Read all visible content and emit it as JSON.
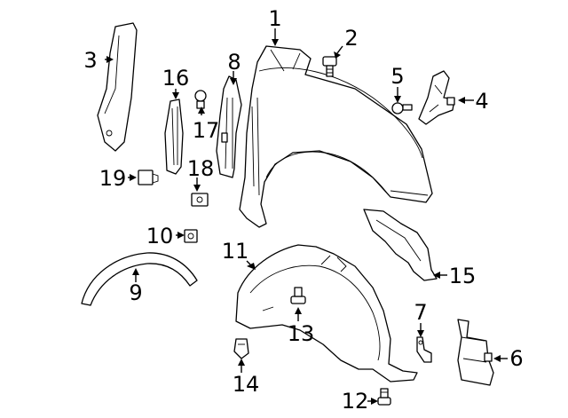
{
  "callouts": [
    {
      "id": "1",
      "text": "1"
    },
    {
      "id": "2",
      "text": "2"
    },
    {
      "id": "3",
      "text": "3"
    },
    {
      "id": "4",
      "text": "4"
    },
    {
      "id": "5",
      "text": "5"
    },
    {
      "id": "6",
      "text": "6"
    },
    {
      "id": "7",
      "text": "7"
    },
    {
      "id": "8",
      "text": "8"
    },
    {
      "id": "9",
      "text": "9"
    },
    {
      "id": "10",
      "text": "10"
    },
    {
      "id": "11",
      "text": "11"
    },
    {
      "id": "12",
      "text": "12"
    },
    {
      "id": "13",
      "text": "13"
    },
    {
      "id": "14",
      "text": "14"
    },
    {
      "id": "15",
      "text": "15"
    },
    {
      "id": "16",
      "text": "16"
    },
    {
      "id": "17",
      "text": "17"
    },
    {
      "id": "18",
      "text": "18"
    },
    {
      "id": "19",
      "text": "19"
    }
  ]
}
